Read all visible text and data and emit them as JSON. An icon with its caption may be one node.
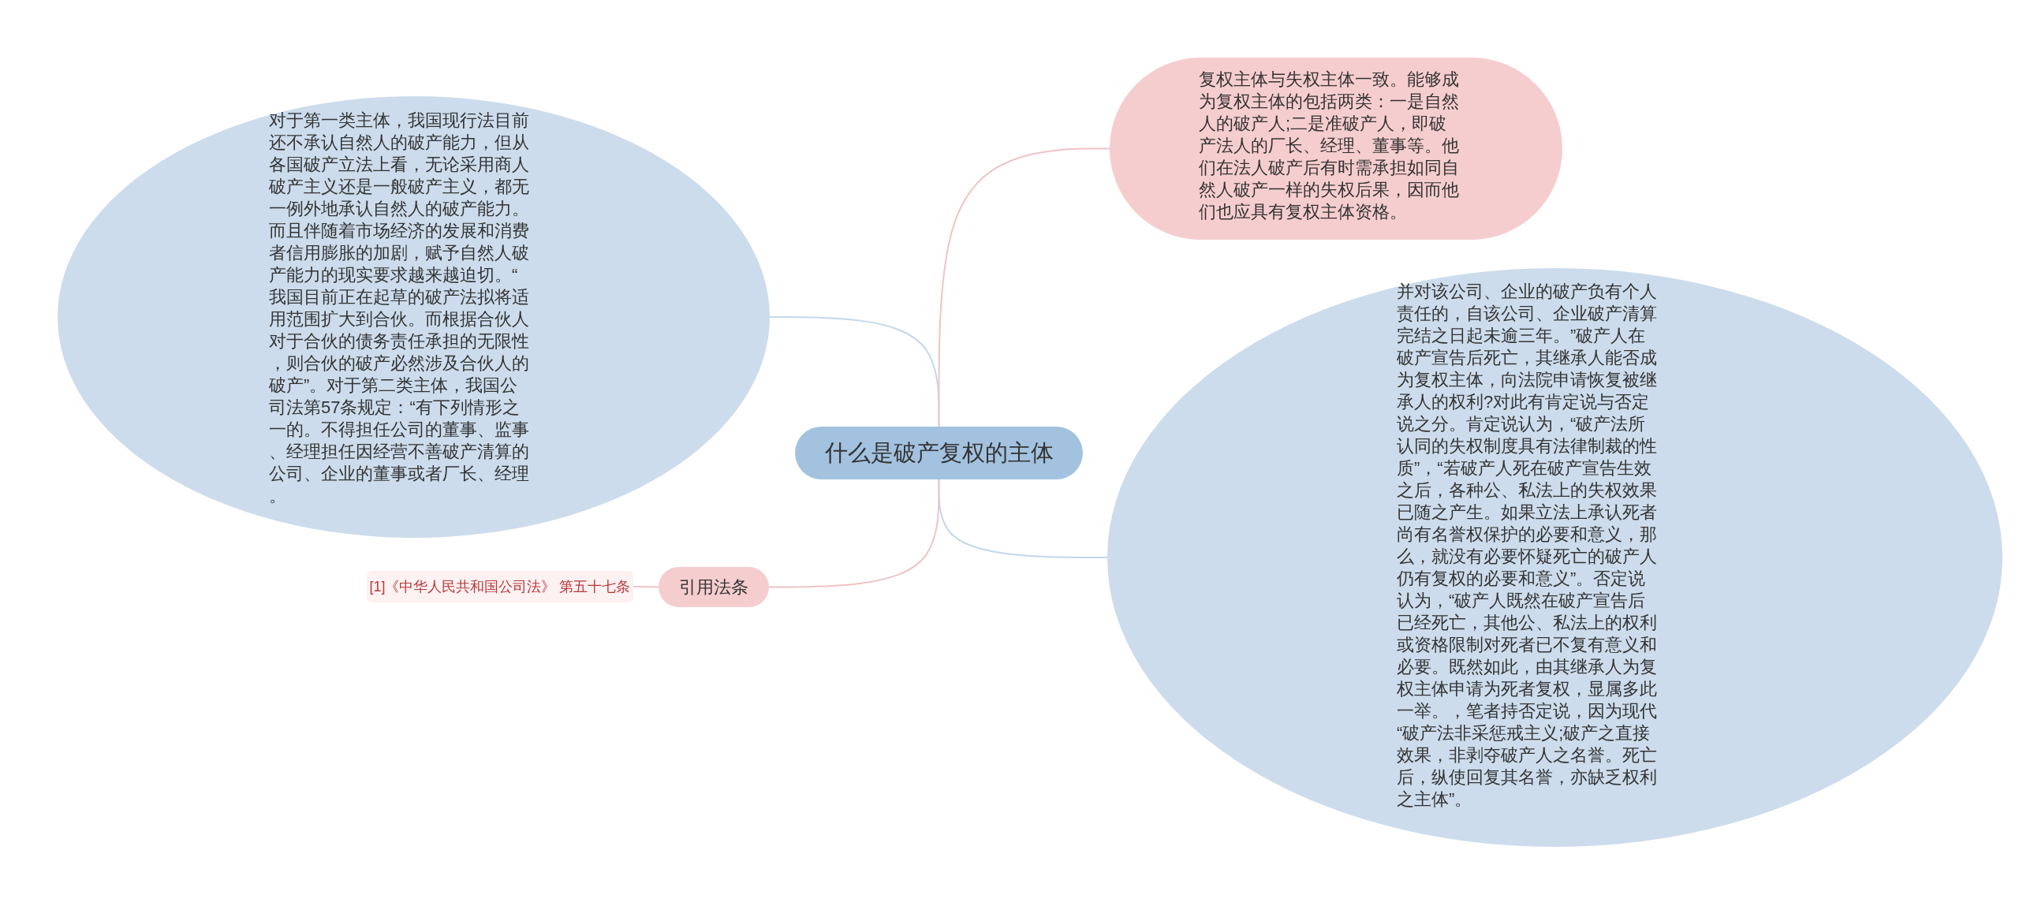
{
  "diagram": {
    "nodes": [
      {
        "text": [
          "什么是破产复权的主体"
        ]
      },
      {
        "text": [
          "对于第一类主体，我国现行法目前还不承认自然人的破产能力，但从各国破产立法上看，无论采用商人破产主义还是一般破产主义，都无一例外地承认自然人的破产能力。而且伴随着市场经济的发展和消费者信用膨胀的加剧，赋予自然人破产能力的现实要求越来越迫切。“我国目前正在起草的破产法拟将适用范围扩大到合伙。而根据合伙人对于合伙的债务责任承担的无限性，则合伙的破产必然涉及合伙人的破产”。对于第二类主体，我国公司法第57条规定：“有下列情形之一的。不得担任公司的董事、监事、经理担任因经营不善破产清算的公司、企业的董事或者厂长、经理。"
        ]
      },
      {
        "text": [
          "复权主体与失权主体一致。能够成为复权主体的包括两类：一是自然人的破产人;二是准破产人，即破产法人的厂长、经理、董事等。他们在法人破产后有时需承担如同自然人破产一样的失权后果，因而他们也应具有复权主体资格。"
        ]
      },
      {
        "text": [
          "并对该公司、企业的破产负有个人责任的，自该公司、企业破产清算完结之日起未逾三年。”破产人在破产宣告后死亡，其继承人能否成为复权主体，向法院申请恢复被继承人的权利?对此有肯定说与否定说之分。肯定说认为，“破产法所认同的失权制度具有法律制裁的性质”，“若破产人死在破产宣告生效之后，各种公、私法上的失权效果已随之产生。如果立法上承认死者尚有名誉权保护的必要和意义，那么，就没有必要怀疑死亡的破产人仍有复权的必要和意义”。否定说认为，“破产人既然在破产宣告后已经死亡，其他公、私法上的权利或资格限制对死者已不复有意义和必要。既然如此，由其继承人为复权主体申请为死者复权，显属多此一举。，笔者持否定说，因为现代“破产法非采惩戒主义;破产之直接效果，非剥夺破产人之名誉。死亡后，纵使回复其名誉，亦缺乏权利之主体”。"
        ]
      },
      {
        "text": [
          "引用法条"
        ]
      },
      {
        "text": [
          "[1]《中华人民共和国公司法》 第五十七条"
        ]
      }
    ],
    "edges": [
      {
        "from": 0,
        "to": 1,
        "arrow": "none",
        "color": "#c3d7ea"
      },
      {
        "from": 0,
        "to": 2,
        "arrow": "none"
      },
      {
        "from": 0,
        "to": 3,
        "arrow": "none",
        "color": "#c3d7ea"
      },
      {
        "from": 0,
        "to": 4,
        "arrow": "none"
      },
      {
        "from": 4,
        "to": 5,
        "arrow": "none"
      }
    ]
  }
}
